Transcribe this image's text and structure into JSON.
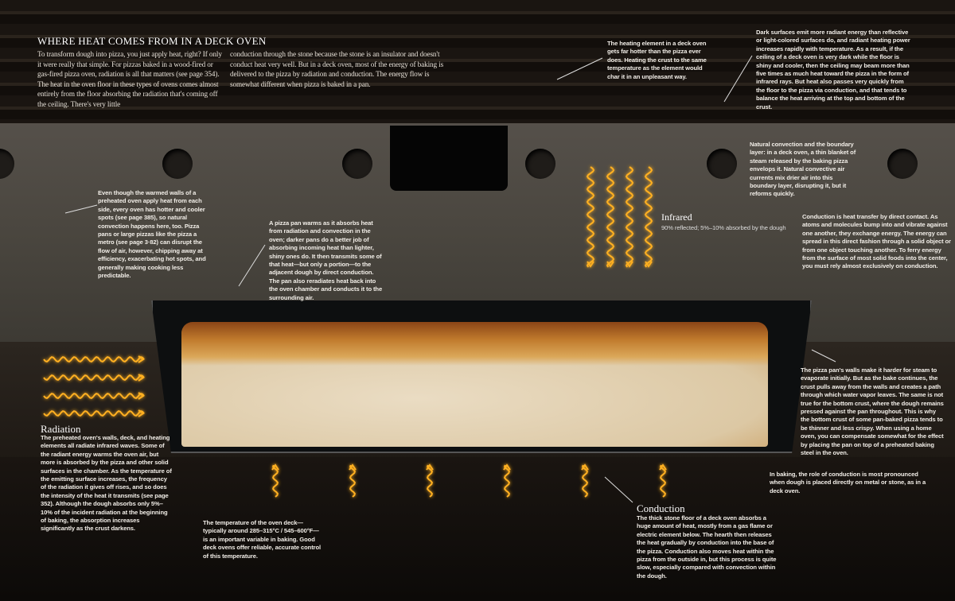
{
  "title": "WHERE HEAT COMES FROM IN A DECK OVEN",
  "intro": {
    "col1": "To transform dough into pizza, you just apply heat, right? If only it were really that simple. For pizzas baked in a wood-fired or gas-fired pizza oven, radiation is all that matters (see page 354). The heat in the oven floor in these types of ovens comes almost entirely from the floor absorbing the radiation that's coming off the ceiling. There's very little",
    "col2": "conduction through the stone because the stone is an insulator and doesn't conduct heat very well. But in a deck oven, most of the energy of baking is delivered to the pizza by radiation and conduction. The energy flow is somewhat different when pizza is baked in a pan."
  },
  "notes": {
    "heating_element": "The heating element in a deck oven gets far hotter than the pizza ever does. Heating the crust to the same temperature as the element would char it in an unpleasant way.",
    "dark_surfaces": "Dark surfaces emit more radiant energy than reflective or light-colored surfaces do, and radiant heating power increases rapidly with temperature. As a result, if the ceiling of a deck oven is very dark while the floor is shiny and cooler, then the ceiling may beam more than five times as much heat toward the pizza in the form of infrared rays. But heat also passes very quickly from the floor to the pizza via conduction, and that tends to balance the heat arriving at the top and bottom of the crust.",
    "warmed_walls": "Even though the warmed walls of a preheated oven apply heat from each side, every oven has hotter and cooler spots (see page 385), so natural convection happens here, too. Pizza pans or large pizzas like the pizza a metro (see page 3·82) can disrupt the flow of air, however, chipping away at efficiency, exacerbating hot spots, and generally making cooking less predictable.",
    "pizza_pan": "A pizza pan warms as it absorbs heat from radiation and convection in the oven; darker pans do a better job of absorbing incoming heat than lighter, shiny ones do. It then transmits some of that heat—but only a portion—to the adjacent dough by direct conduction. The pan also reradiates heat back into the oven chamber and conducts it to the surrounding air.",
    "natural_convection": "Natural convection and the boundary layer: in a deck oven, a thin blanket of steam released by the baking pizza envelops it. Natural convective air currents mix drier air into this boundary layer, disrupting it, but it reforms quickly.",
    "conduction_def": "Conduction is heat transfer by direct contact. As atoms and molecules bump into and vibrate against one another, they exchange energy. The energy can spread in this direct fashion through a solid object or from one object touching another. To ferry energy from the surface of most solid foods into the center, you must rely almost exclusively on conduction.",
    "pan_walls": "The pizza pan's walls make it harder for steam to evaporate initially. But as the bake continues, the crust pulls away from the walls and creates a path through which water vapor leaves. The same is not true for the bottom crust, where the dough remains pressed against the pan throughout. This is why the bottom crust of some pan-baked pizza tends to be thinner and less crispy. When using a home oven, you can compensate somewhat for the effect by placing the pan on top of a preheated baking steel in the oven.",
    "role_conduction": "In baking, the role of conduction is most pronounced when dough is placed directly on metal or stone, as in a deck oven.",
    "deck_temp": "The temperature of the oven deck—typically around 285–315°C / 545–600°F—is an important variable in baking. Good deck ovens offer reliable, accurate control of this temperature."
  },
  "infrared": {
    "heading": "Infrared",
    "sub": "90% reflected; 5%–10% absorbed by the dough"
  },
  "radiation": {
    "heading": "Radiation",
    "body": "The preheated oven's walls, deck, and heating elements all radiate infrared waves. Some of the radiant energy warms the oven air, but more is absorbed by the pizza and other solid surfaces in the chamber. As the temperature of the emitting surface increases, the frequency of the radiation it gives off rises, and so does the intensity of the heat it transmits (see page 352). Although the dough absorbs only 5%–10% of the incident radiation at the beginning of baking, the absorption increases significantly as the crust darkens."
  },
  "conduction": {
    "heading": "Conduction",
    "body": "The thick stone floor of a deck oven absorbs a huge amount of heat, mostly from a gas flame or electric element below. The hearth then releases the heat gradually by conduction into the base of the pizza. Conduction also moves heat within the pizza from the outside in, but this process is quite slow, especially compared with convection within the dough."
  },
  "colors": {
    "heat": "#ffb020",
    "glow": "#ff5a00"
  }
}
